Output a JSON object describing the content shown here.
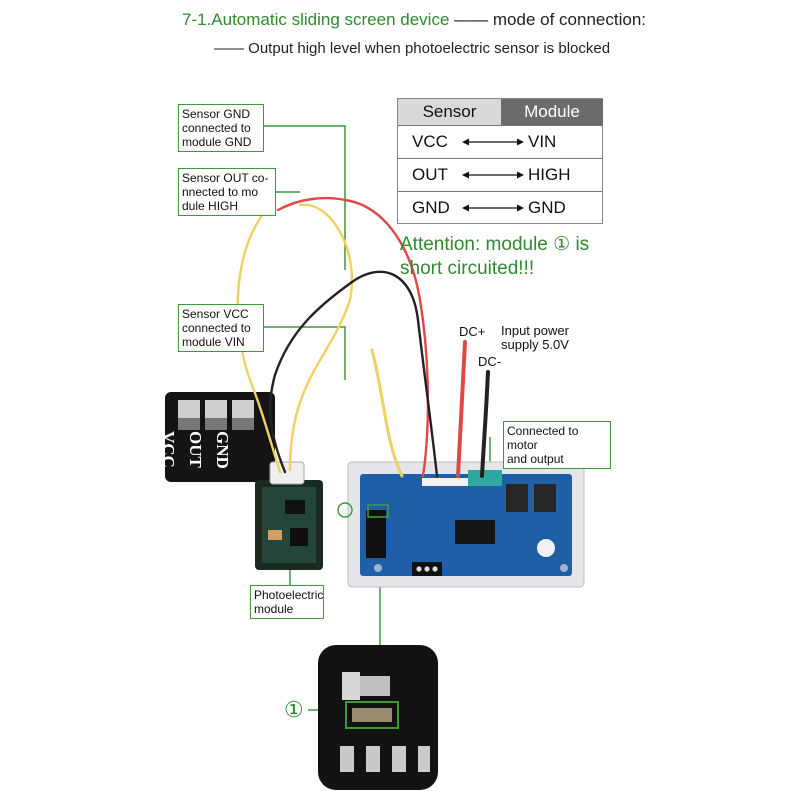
{
  "header": {
    "title_prefix": "7-1.Automatic sliding screen device",
    "title_suffix": "mode of connection:",
    "subtitle": "Output high level when photoelectric sensor is blocked"
  },
  "callouts": {
    "sensor_gnd": [
      "Sensor GND",
      "connected to",
      "module GND"
    ],
    "sensor_out": [
      "Sensor OUT co-",
      "nnected to mo",
      "dule HIGH"
    ],
    "sensor_vcc": [
      "Sensor VCC",
      "connected to",
      "module VIN"
    ],
    "photoelectric": [
      "Photoelectric",
      "module"
    ],
    "motor": [
      "Connected to motor",
      "and output"
    ]
  },
  "table": {
    "header_left": "Sensor",
    "header_right": "Module",
    "rows": [
      {
        "sensor": "VCC",
        "module": "VIN"
      },
      {
        "sensor": "OUT",
        "module": "HIGH"
      },
      {
        "sensor": "GND",
        "module": "GND"
      }
    ]
  },
  "attention": [
    "Attention: module ① is",
    "short circuited!!!"
  ],
  "power": {
    "dc_plus": "DC+",
    "dc_minus": "DC-",
    "label": [
      "Input power",
      "supply 5.0V"
    ]
  },
  "pins": [
    "VCC",
    "OUT",
    "GND"
  ],
  "marker": "①",
  "colors": {
    "accent_green": "#2f8a2f",
    "wire_red": "#e04848",
    "wire_black": "#222222",
    "wire_yellow": "#f0d060",
    "board_blue": "#1f5fa8"
  }
}
